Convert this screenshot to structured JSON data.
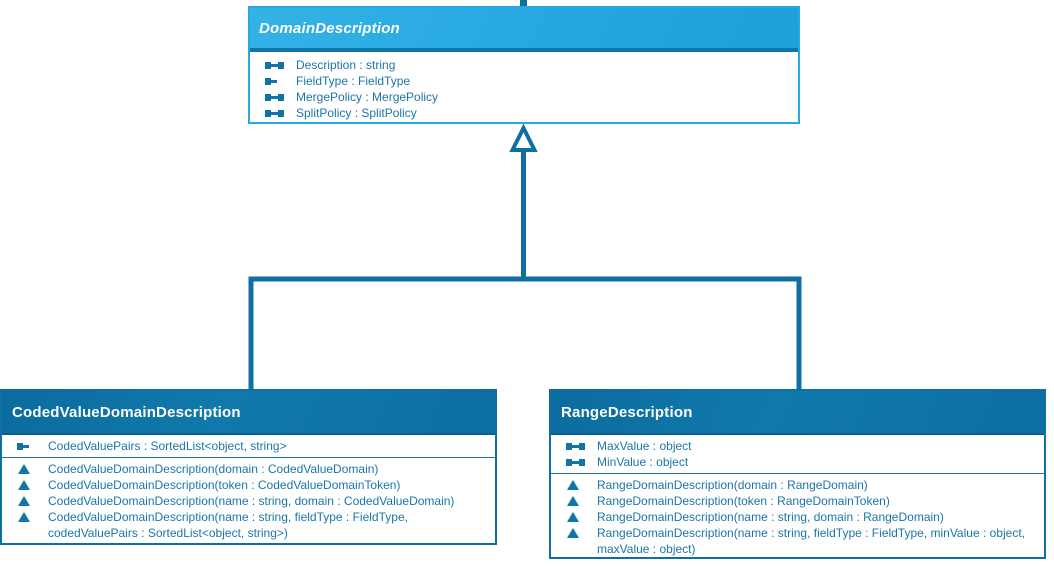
{
  "diagram": {
    "type": "uml-class-diagram",
    "colors": {
      "parent_header_blue": "#25a7df",
      "parent_border_blue": "#2aa9e0",
      "child_header_blue": "#0d6fa3",
      "child_border_blue": "#0f6fa3",
      "member_text_blue": "#1b76a8",
      "icon_blue": "#1273a6",
      "connector_blue": "#0f6fa3",
      "title_text": "#ffffff",
      "background": "#ffffff"
    },
    "relationship": "inheritance",
    "classes": [
      {
        "title": "DomainDescription",
        "stereotype": "abstract",
        "properties": [
          "Description : string",
          "FieldType : FieldType",
          "MergePolicy : MergePolicy",
          "SplitPolicy : SplitPolicy"
        ],
        "methods": []
      },
      {
        "title": "CodedValueDomainDescription",
        "stereotype": "concrete",
        "properties": [
          "CodedValuePairs : SortedList<object, string>"
        ],
        "methods": [
          "CodedValueDomainDescription(domain : CodedValueDomain)",
          "CodedValueDomainDescription(token : CodedValueDomainToken)",
          "CodedValueDomainDescription(name : string, domain : CodedValueDomain)",
          "CodedValueDomainDescription(name : string, fieldType : FieldType, codedValuePairs : SortedList<object, string>)"
        ]
      },
      {
        "title": "RangeDescription",
        "stereotype": "concrete",
        "properties": [
          "MaxValue : object",
          "MinValue : object"
        ],
        "methods": [
          "RangeDomainDescription(domain : RangeDomain)",
          "RangeDomainDescription(token : RangeDomainToken)",
          "RangeDomainDescription(name : string, domain : RangeDomain)",
          "RangeDomainDescription(name : string, fieldType : FieldType, minValue : object, maxValue : object)"
        ]
      }
    ]
  }
}
